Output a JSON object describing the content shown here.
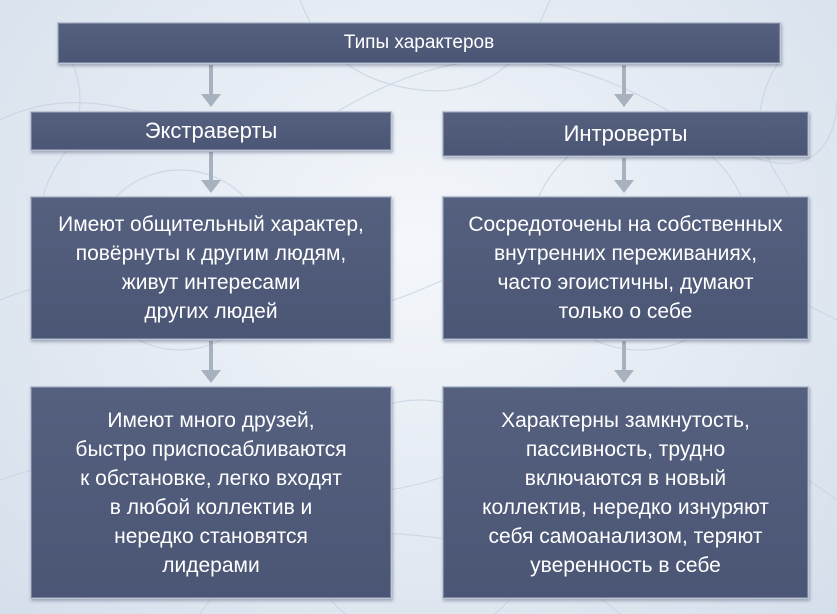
{
  "diagram": {
    "title": "Типы характеров",
    "branches": [
      {
        "heading": "Экстраверты",
        "description": "Имеют общительный характер,\nповёрнуты к другим людям,\nживут интересами\nдругих людей",
        "traits": "Имеют много друзей,\nбыстро приспосабливаются\nк обстановке, легко входят\nв любой коллектив и\nнередко становятся\nлидерами"
      },
      {
        "heading": "Интроверты",
        "description": "Сосредоточены на собственных\nвнутренних переживаниях,\nчасто эгоистичны, думают\nтолько о себе",
        "traits": "Характерны замкнутость,\nпассивность, трудно\nвключаются в новый\nколлектив, нередко изнуряют\nсебя самоанализом, теряют\nуверенность в себе"
      }
    ]
  },
  "colors": {
    "box_fill": "#4f5a79",
    "box_border": "#bcc6d6",
    "arrow": "#a8b1be",
    "text": "#ffffff",
    "background": "#e6ecf4"
  }
}
